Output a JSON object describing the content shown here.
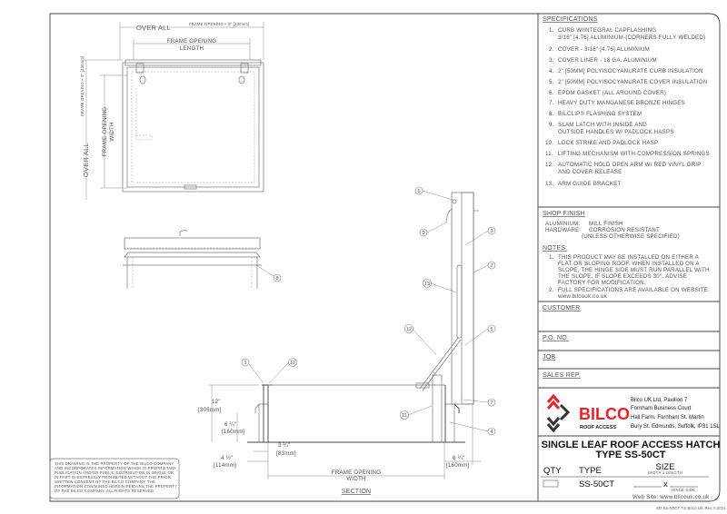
{
  "specifications": {
    "heading": "SPECIFICATIONS",
    "items": [
      {
        "num": "1.",
        "lines": [
          "CURB W/INTEGRAL CAPFLASHING",
          "3/16\" [4.76] ALUMINIUM-(CORNERS FULLY WELDED)"
        ]
      },
      {
        "num": "2.",
        "lines": [
          "COVER - 3/16\" [4.76] ALUMINIUM"
        ]
      },
      {
        "num": "3.",
        "lines": [
          "COVER LINER - 18 GA. ALUMINIUM"
        ]
      },
      {
        "num": "4.",
        "lines": [
          "2\" [50MM] POLYISOCYANURATE CURB INSULATION"
        ]
      },
      {
        "num": "5.",
        "lines": [
          "2\" [50MM] POLYISOCYANURATE COVER INSULATION"
        ]
      },
      {
        "num": "6.",
        "lines": [
          "EPDM GASKET (ALL AROUND COVER)"
        ]
      },
      {
        "num": "7.",
        "lines": [
          "HEAVY DUTY MANGANESE BRONZE HINGES"
        ]
      },
      {
        "num": "8.",
        "lines": [
          "BILCLIP® FLASHING SYSTEM"
        ]
      },
      {
        "num": "9.",
        "lines": [
          "SLAM LATCH WITH INSIDE AND",
          "OUTSIDE HANDLES W/ PADLOCK HASPS"
        ]
      },
      {
        "num": "10.",
        "lines": [
          "LOCK STRIKE AND PADLOCK HASP"
        ]
      },
      {
        "num": "11.",
        "lines": [
          "LIFTING MECHANISM WITH COMPRESSION SPRINGS"
        ]
      },
      {
        "num": "12.",
        "lines": [
          "AUTOMATIC HOLD OPEN ARM W/ RED VINYL GRIP",
          "AND COVER RELEASE"
        ]
      },
      {
        "num": "13.",
        "lines": [
          "ARM GUIDE BRACKET"
        ]
      }
    ]
  },
  "shop_finish": {
    "heading": "SHOP FINISH",
    "aluminium_label": "ALUMINIUM:",
    "aluminium_value": "MILL FINISH",
    "hardware_label": "HARDWARE:",
    "hardware_value": "CORROSION RESISTANT",
    "hardware_note": "(UNLESS OTHERWISE SPECIFIED)"
  },
  "notes": {
    "heading": "NOTES:",
    "items": [
      {
        "num": "1.",
        "lines": [
          "THIS PRODUCT MAY BE INSTALLED ON EITHER A",
          "FLAT OR SLOPING ROOF. WHEN INSTALLED ON A",
          "SLOPE, THE HINGE SIDE MUST RUN PARALLEL WITH",
          "THE SLOPE. IF SLOPE EXCEEDS 30°, ADVISE",
          "FACTORY FOR MODIFICATION."
        ]
      },
      {
        "num": "2.",
        "lines": [
          "FULL SPECIFICATIONS ARE AVAILABLE ON WEBSITE:",
          "www.bilcouk.co.uk"
        ]
      }
    ]
  },
  "fields": {
    "customer": "CUSTOMER",
    "po_no": "P.O. NO.",
    "job": "JOB",
    "sales_rep": "SALES REP."
  },
  "company": {
    "logo_name": "BILCO",
    "logo_sub": "ROOF ACCESS",
    "address": [
      "Bilco UK Ltd, Pavilion 7",
      "Fornham Business Court",
      "Hall Farm, Fornham St. Martin",
      "Bury St. Edmunds, Suffolk, IP31 1SL"
    ],
    "brand_color": "#e8202a"
  },
  "title_block": {
    "title_line1": "SINGLE LEAF ROOF ACCESS HATCH",
    "title_line2": "TYPE SS-50CT",
    "col_qty": "QTY",
    "col_type": "TYPE",
    "col_size": "SIZE",
    "size_sub": "WIDTH x LENGTH",
    "type_value": "SS-50CT",
    "size_x": "x",
    "hinge_side": "HINGE SIDE",
    "website": "Web Site: www.bilcouk.co.uk"
  },
  "footer_code": "SD SS-50CT TS Bilco UK Rev.A 2021",
  "disclaimer": [
    "THIS DRAWING IS THE PROPERTY OF THE BILCO COMPANY",
    "AND INCORPORATES INFORMATION WHICH IS PROPRIETARY.",
    "PUBLICATION AND/OR PUBLIC DISTRIBUTION IN WHOLE OR",
    "IN PART IS EXPRESSLY PROHIBITED WITHOUT THE PRIOR",
    "WRITTEN CONSENT OF THE BILCO COMPANY. THE",
    "INFORMATION CONTAINED HEREIN REMAINS THE PROPERTY",
    "OF THE BILCO COMPANY. ALL RIGHTS RESERVED."
  ],
  "plan_view": {
    "over_all": "OVER ALL",
    "over_all_note": "FRAME OPENING + 9\" [230mm]",
    "frame_opening": "FRAME OPENING",
    "length": "LENGTH",
    "width": "WIDTH"
  },
  "section": {
    "label": "SECTION",
    "dim_12": "12\"",
    "dim_12_mm": "[305mm]",
    "dim_6": "6 ¼\"",
    "dim_6_mm": "[160mm]",
    "dim_3": "3 ¼\"",
    "dim_3_mm": "[83mm]",
    "dim_4": "4 ½\"",
    "dim_4_mm": "[114mm]",
    "dim_6r": "6 ¼\"",
    "dim_6r_mm": "[160mm]",
    "frame_opening": "FRAME OPENING",
    "width": "WIDTH"
  },
  "callouts": [
    "1",
    "2",
    "3",
    "4",
    "5",
    "6",
    "7",
    "8",
    "9",
    "10",
    "11",
    "12",
    "13"
  ]
}
